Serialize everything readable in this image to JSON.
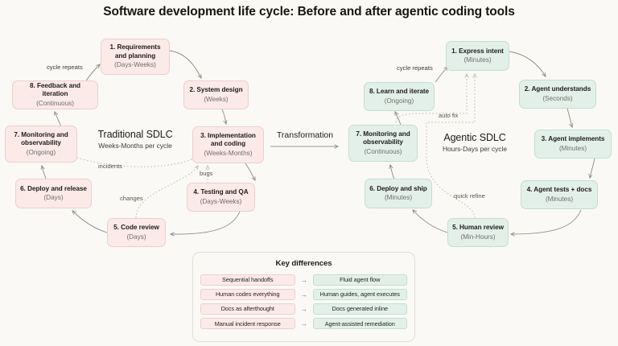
{
  "title": "Software development life cycle: Before and after agentic coding tools",
  "colors": {
    "background": "#faf9f5",
    "pink_fill": "#fbeae8",
    "pink_border": "#eccfcc",
    "green_fill": "#e3f0ea",
    "green_border": "#c3ded2",
    "text": "#20201c",
    "muted_text": "#6f6f68",
    "edge": "#8b8b82"
  },
  "transformation": {
    "label": "Transformation",
    "arrow_icon": "arrow-right-icon"
  },
  "traditional": {
    "cluster_title": "Traditional SDLC",
    "cluster_subtitle": "Weeks-Months per cycle",
    "nodes": [
      {
        "label": "1. Requirements and planning",
        "time": "(Days-Weeks)"
      },
      {
        "label": "2. System design",
        "time": "(Weeks)"
      },
      {
        "label": "3. Implementation and coding",
        "time": "(Weeks-Months)"
      },
      {
        "label": "4. Testing and QA",
        "time": "(Days-Weeks)"
      },
      {
        "label": "5. Code review",
        "time": "(Days)"
      },
      {
        "label": "6. Deploy and release",
        "time": "(Days)"
      },
      {
        "label": "7. Monitoring and observability",
        "time": "(Ongoing)"
      },
      {
        "label": "8. Feedback and iteration",
        "time": "(Continuous)"
      }
    ],
    "edge_labels": {
      "cycle_repeats": "cycle repeats",
      "incidents": "incidents",
      "bugs": "bugs",
      "changes": "changes"
    }
  },
  "agentic": {
    "cluster_title": "Agentic SDLC",
    "cluster_subtitle": "Hours-Days per cycle",
    "nodes": [
      {
        "label": "1. Express intent",
        "time": "(Minutes)"
      },
      {
        "label": "2. Agent understands",
        "time": "(Seconds)"
      },
      {
        "label": "3. Agent implements",
        "time": "(Minutes)"
      },
      {
        "label": "4. Agent tests + docs",
        "time": "(Minutes)"
      },
      {
        "label": "5. Human review",
        "time": "(Min-Hours)"
      },
      {
        "label": "6. Deploy and ship",
        "time": "(Minutes)"
      },
      {
        "label": "7. Monitoring and observability",
        "time": "(Continuous)"
      },
      {
        "label": "8. Learn and iterate",
        "time": "(Ongoing)"
      }
    ],
    "edge_labels": {
      "cycle_repeats": "cycle repeats",
      "auto_fix": "auto fix",
      "quick_refine": "quick refine"
    }
  },
  "key_differences": {
    "title": "Key differences",
    "rows": [
      {
        "before": "Sequential handoffs",
        "after": "Fluid agent flow"
      },
      {
        "before": "Human codes everything",
        "after": "Human guides, agent executes"
      },
      {
        "before": "Docs as afterthought",
        "after": "Docs generated inline"
      },
      {
        "before": "Manual incident response",
        "after": "Agent-assisted remediation"
      }
    ]
  }
}
